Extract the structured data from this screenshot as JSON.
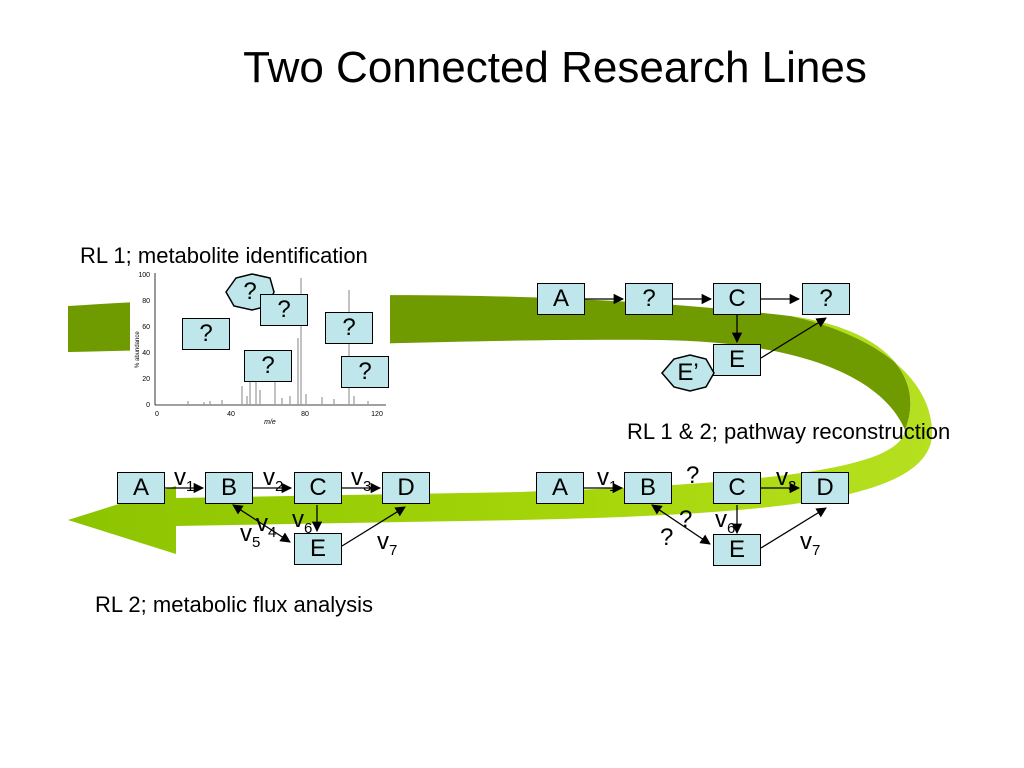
{
  "title": "Two Connected Research Lines",
  "captions": {
    "rl1": "RL 1; metabolite identification",
    "rl12": "RL 1 & 2; pathway reconstruction",
    "rl2": "RL 2; metabolic flux analysis"
  },
  "spectrum": {
    "y_axis_label": "% abundance",
    "x_axis_label": "m/e",
    "y_ticks": [
      "100",
      "80",
      "60",
      "40",
      "20",
      "0"
    ],
    "x_ticks": [
      "0",
      "40",
      "80",
      "120"
    ],
    "unknown_markers": [
      "?",
      "?",
      "?",
      "?",
      "?",
      "?"
    ]
  },
  "top_right": {
    "nodes": [
      "A",
      "?",
      "C",
      "?",
      "E"
    ],
    "extra_node": "E’"
  },
  "bottom_left": {
    "nodes": [
      "A",
      "B",
      "C",
      "D",
      "E"
    ],
    "flux_labels": [
      "v1",
      "v2",
      "v3",
      "v4",
      "v5",
      "v6",
      "v7"
    ]
  },
  "bottom_right": {
    "nodes": [
      "A",
      "B",
      "C",
      "D",
      "E"
    ],
    "flux_labels": [
      "v1",
      "v3",
      "v6",
      "v7"
    ],
    "unknown_labels": [
      "?",
      "?",
      "?"
    ]
  },
  "colors": {
    "node_fill": "#bfe6ea",
    "arrow_light": "#99cc00",
    "arrow_dark": "#6f9a00"
  }
}
